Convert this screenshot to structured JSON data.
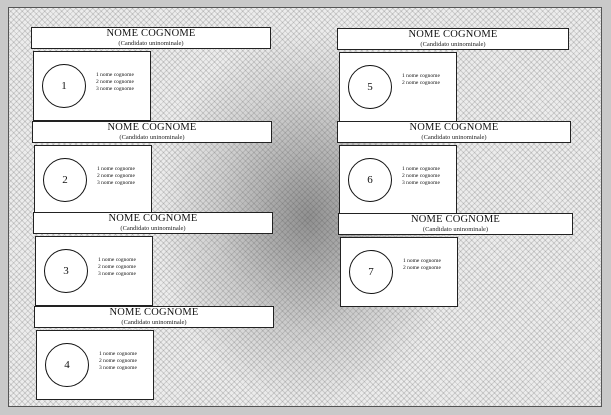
{
  "ballots": [
    {
      "name": "NOME COGNOME",
      "subtitle": "(Candidato uninominale)",
      "number": "1",
      "list_names": [
        "1 nome cognome",
        "2 nome cognome",
        "3 nome cognome"
      ]
    },
    {
      "name": "NOME COGNOME",
      "subtitle": "(Candidato uninominale)",
      "number": "2",
      "list_names": [
        "1 nome cognome",
        "2 nome cognome",
        "3 nome cognome"
      ]
    },
    {
      "name": "NOME COGNOME",
      "subtitle": "(Candidato uninominale)",
      "number": "3",
      "list_names": [
        "1 nome cognome",
        "2 nome cognome",
        "3 nome cognome"
      ]
    },
    {
      "name": "NOME COGNOME",
      "subtitle": "(Candidato uninominale)",
      "number": "4",
      "list_names": [
        "1 nome cognome",
        "2 nome cognome",
        "3 nome cognome"
      ]
    },
    {
      "name": "NOME COGNOME",
      "subtitle": "(Candidato uninominale)",
      "number": "5",
      "list_names": [
        "1 nome cognome",
        "2 nome cognome"
      ]
    },
    {
      "name": "NOME COGNOME",
      "subtitle": "(Candidato uninominale)",
      "number": "6",
      "list_names": [
        "1 nome cognome",
        "2 nome cognome",
        "3 nome cognome"
      ]
    },
    {
      "name": "NOME COGNOME",
      "subtitle": "(Candidato uninominale)",
      "number": "7",
      "list_names": [
        "1 nome cognome",
        "2 nome cognome"
      ]
    }
  ]
}
